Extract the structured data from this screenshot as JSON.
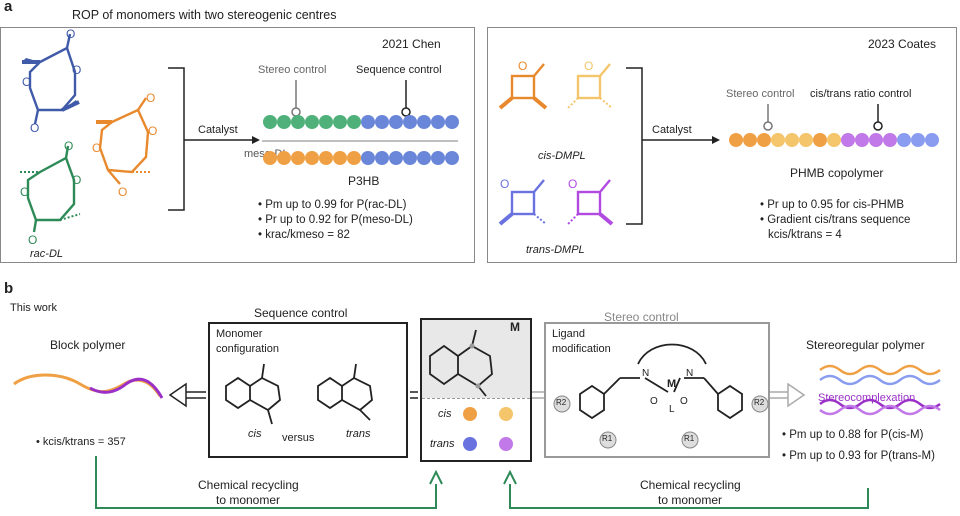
{
  "panel_a": {
    "label": "a",
    "title": "ROP of monomers with two stereogenic centres",
    "left": {
      "year_label": "2021 Chen",
      "monomer_labels": {
        "meso": "meso-DL",
        "rac": "rac-DL"
      },
      "catalyst_label": "Catalyst",
      "stereo_label": "Stereo control",
      "sequence_label": "Sequence control",
      "polymer_name": "P3HB",
      "bullets": [
        "• Pm up to 0.99 for P(rac-DL)",
        "• Pr up to 0.92 for P(meso-DL)",
        "• krac/kmeso = 82"
      ]
    },
    "right": {
      "year_label": "2023 Coates",
      "monomer_labels": {
        "cis": "cis-DMPL",
        "trans": "trans-DMPL"
      },
      "catalyst_label": "Catalyst",
      "stereo_label": "Stereo control",
      "ratio_label": "cis/trans ratio control",
      "polymer_name": "PHMB copolymer",
      "bullets": [
        "• Pr up to 0.95 for cis-PHMB",
        "• Gradient cis/trans sequence",
        "kcis/ktrans = 4"
      ]
    }
  },
  "panel_b": {
    "label": "b",
    "this_work": "This work",
    "block_polymer": "Block polymer",
    "block_bullet": "• kcis/ktrans = 357",
    "sequence_control": "Sequence control",
    "monomer_config": [
      "Monomer",
      "configuration"
    ],
    "cis": "cis",
    "versus": "versus",
    "trans": "trans",
    "M": "M",
    "legend_cis": "cis",
    "legend_trans": "trans",
    "stereo_control": "Stereo control",
    "ligand_mod": [
      "Ligand",
      "modification"
    ],
    "ligand_atoms": {
      "M": "M",
      "L": "L",
      "N1": "N",
      "N2": "N",
      "O1": "O",
      "O2": "O",
      "R1": "R1",
      "R2": "R2"
    },
    "stereoregular": "Stereoregular polymer",
    "stereocomplexation": "Stereocomplexation",
    "bullets_right": [
      "• Pm up to 0.88 for P(cis-M)",
      "• Pm up to 0.93 for P(trans-M)"
    ],
    "recycle_left": [
      "Chemical recycling",
      "to monomer"
    ],
    "recycle_right": [
      "Chemical recycling",
      "to monomer"
    ]
  },
  "colors": {
    "blue": "#3f5aa8",
    "orange": "#e8892d",
    "green": "#2e8b57",
    "purple": "#9b30c8",
    "lightblue": "#8a9cf0",
    "lightorange": "#f5c56b",
    "recycle": "#2e8b57",
    "grey": "#999999"
  }
}
